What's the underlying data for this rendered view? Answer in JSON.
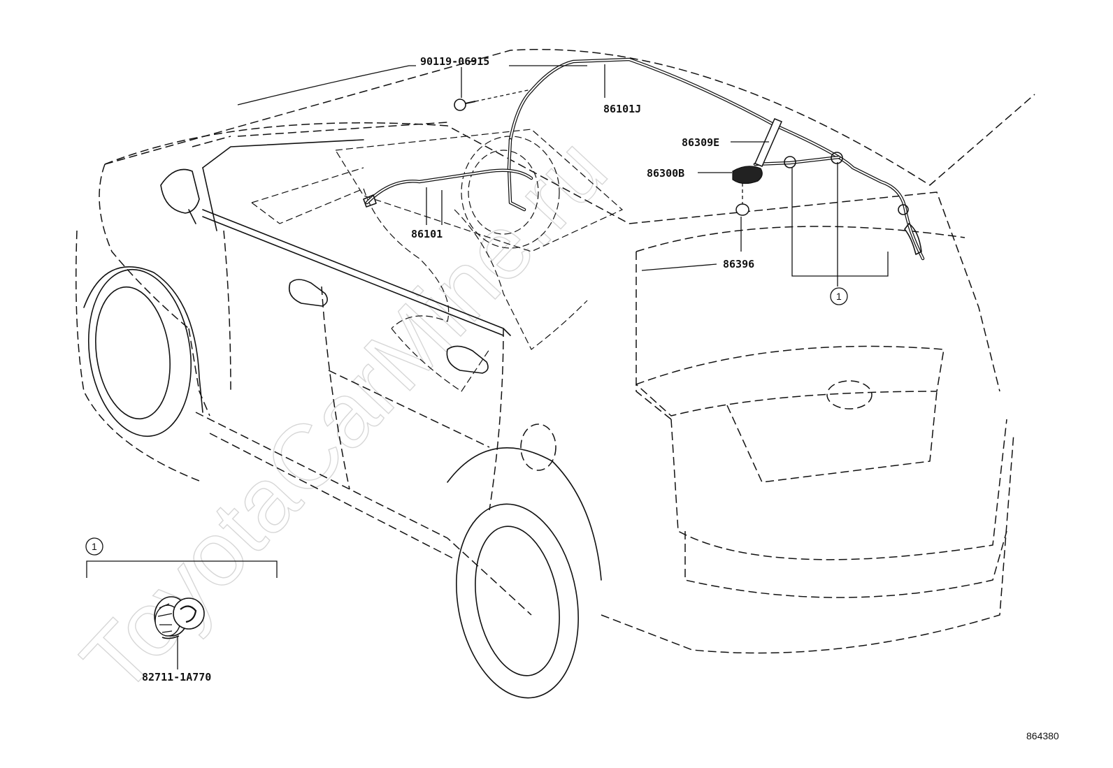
{
  "watermark": "ToyotaCarMine.ru",
  "callouts": {
    "bolt": "90119-06915",
    "roof_cord": "86101J",
    "antenna_mast": "86309E",
    "antenna_base": "86300B",
    "front_cord": "86101",
    "pad": "86396",
    "clamp": "82711-1A770"
  },
  "group_marker": "1",
  "detail_marker": "1",
  "figure_code": "864380"
}
